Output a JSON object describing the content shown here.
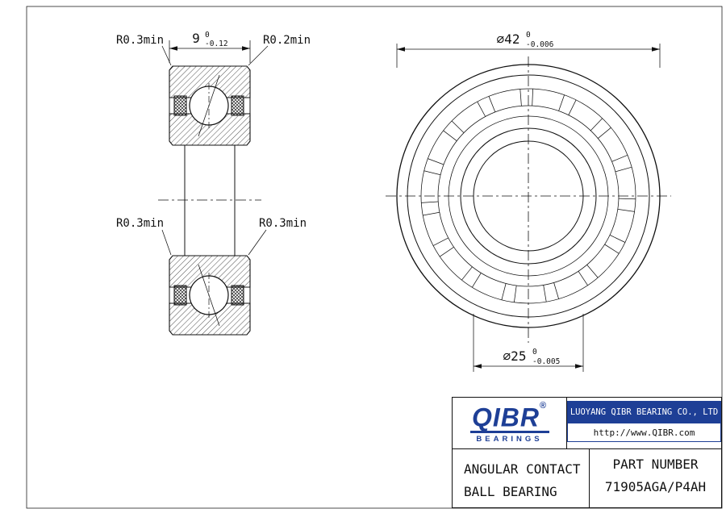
{
  "colors": {
    "line": "#111111",
    "accent_blue": "#1e3f96",
    "background": "#ffffff",
    "band_text": "#ffffff"
  },
  "section_view": {
    "width_dim": {
      "nominal": "9",
      "upper": "0",
      "lower": "-0.12"
    },
    "labels": {
      "top_left": "R0.3min",
      "top_right": "R0.2min",
      "mid_left": "R0.3min",
      "mid_right": "R0.3min"
    }
  },
  "front_view": {
    "outer_dim": {
      "nominal": "⌀42",
      "upper": "0",
      "lower": "-0.006"
    },
    "bore_dim": {
      "nominal": "⌀25",
      "upper": "0",
      "lower": "-0.005"
    }
  },
  "title_block": {
    "logo_text": "QIBR",
    "logo_reg": "®",
    "logo_sub": "BEARINGS",
    "company": "LUOYANG QIBR BEARING CO., LTD",
    "website": "http://www.QIBR.com",
    "product_line1": "ANGULAR CONTACT",
    "product_line2": "BALL BEARING",
    "part_label": "PART NUMBER",
    "part_number": "71905AGA/P4AH"
  }
}
